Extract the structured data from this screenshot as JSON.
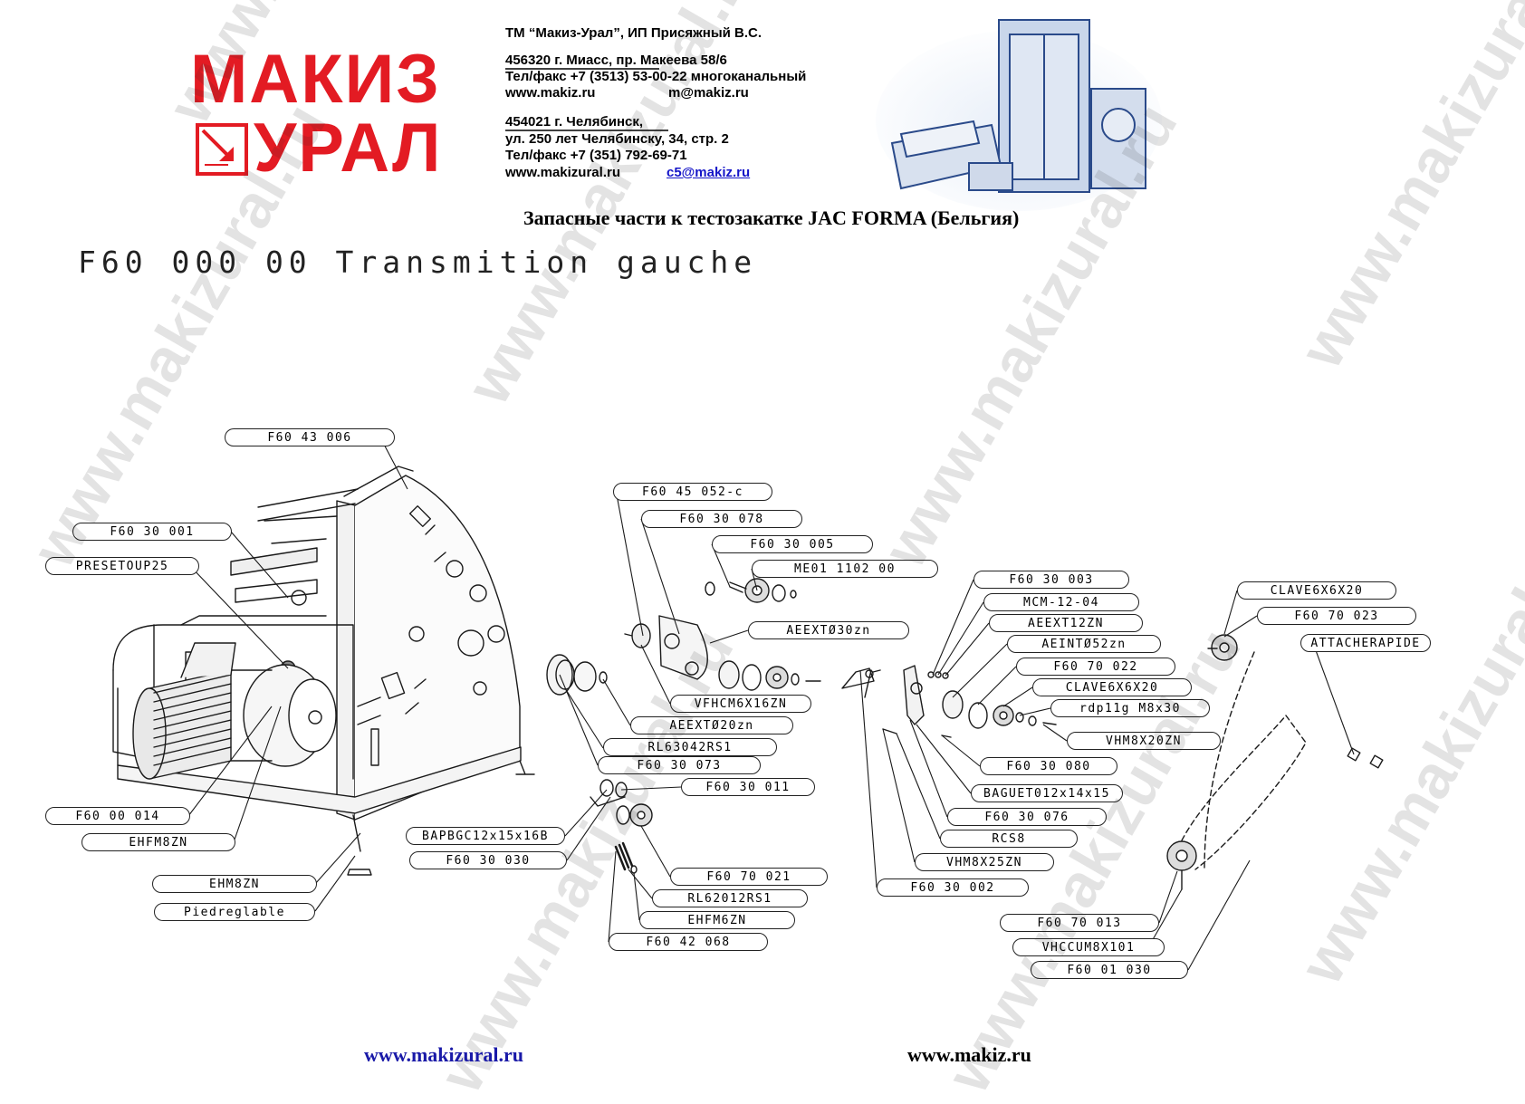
{
  "logo": {
    "line1": "МАКИЗ",
    "line2": "УРАЛ",
    "brand_color": "#e31b23"
  },
  "contacts": {
    "company": "ТМ “Макиз-Урал”,    ИП Присяжный В.С.",
    "addr1": "456320 г. Миасс, пр. Макеева 58/6",
    "phone1": "Тел/факс +7 (3513) 53-00-22 многоканальный",
    "web1": "www.makiz.ru",
    "email1": "m@makiz.ru",
    "addr2": "454021 г. Челябинск,",
    "addr2b": "ул. 250 лет Челябинску, 34, стр. 2",
    "phone2": "Тел/факс +7 (351) 792-69-71",
    "web2": "www.makizural.ru",
    "email2": "c5@makiz.ru"
  },
  "doc_title": "Запасные части к тестозакатке JAC FORMA (Бельгия)",
  "drawing_title": "F60 000 00 Transmition gauche",
  "parts": [
    "F60 43 006",
    "F60 30 001",
    "PRESETOUP25",
    "F60 00 014",
    "EHFM8ZN",
    "EHM8ZN",
    "Piedreglable",
    "F60 45 052-c",
    "F60 30 078",
    "F60 30 005",
    "ME01 1102 00",
    "AEEXTØ30zn",
    "VFHCM6X16ZN",
    "AEEXTØ20zn",
    "RL63042RS1",
    "F60 30 073",
    "F60 30 011",
    "BAPBGC12x15x16B",
    "F60 30 030",
    "F60 70 021",
    "RL62012RS1",
    "EHFM6ZN",
    "F60 42 068",
    "F60 30 003",
    "MCM-12-04",
    "AEEXT12ZN",
    "AEINTØ52zn",
    "F60 70 022",
    "CLAVE6X6X20",
    "rdp11g M8x30",
    "VHM8X20ZN",
    "F60 30 080",
    "BAGUET012x14x15",
    "F60 30 076",
    "RCS8",
    "VHM8X25ZN",
    "F60 30 002",
    "CLAVE6X6X20",
    "F60 70 023",
    "ATTACHERAPIDE",
    "F60 70 013",
    "VHCCUM8X101",
    "F60 01 030"
  ],
  "watermark_text": "www.makizural.ru",
  "footer": {
    "left": "www.makizural.ru",
    "right": "www.makiz.ru"
  }
}
